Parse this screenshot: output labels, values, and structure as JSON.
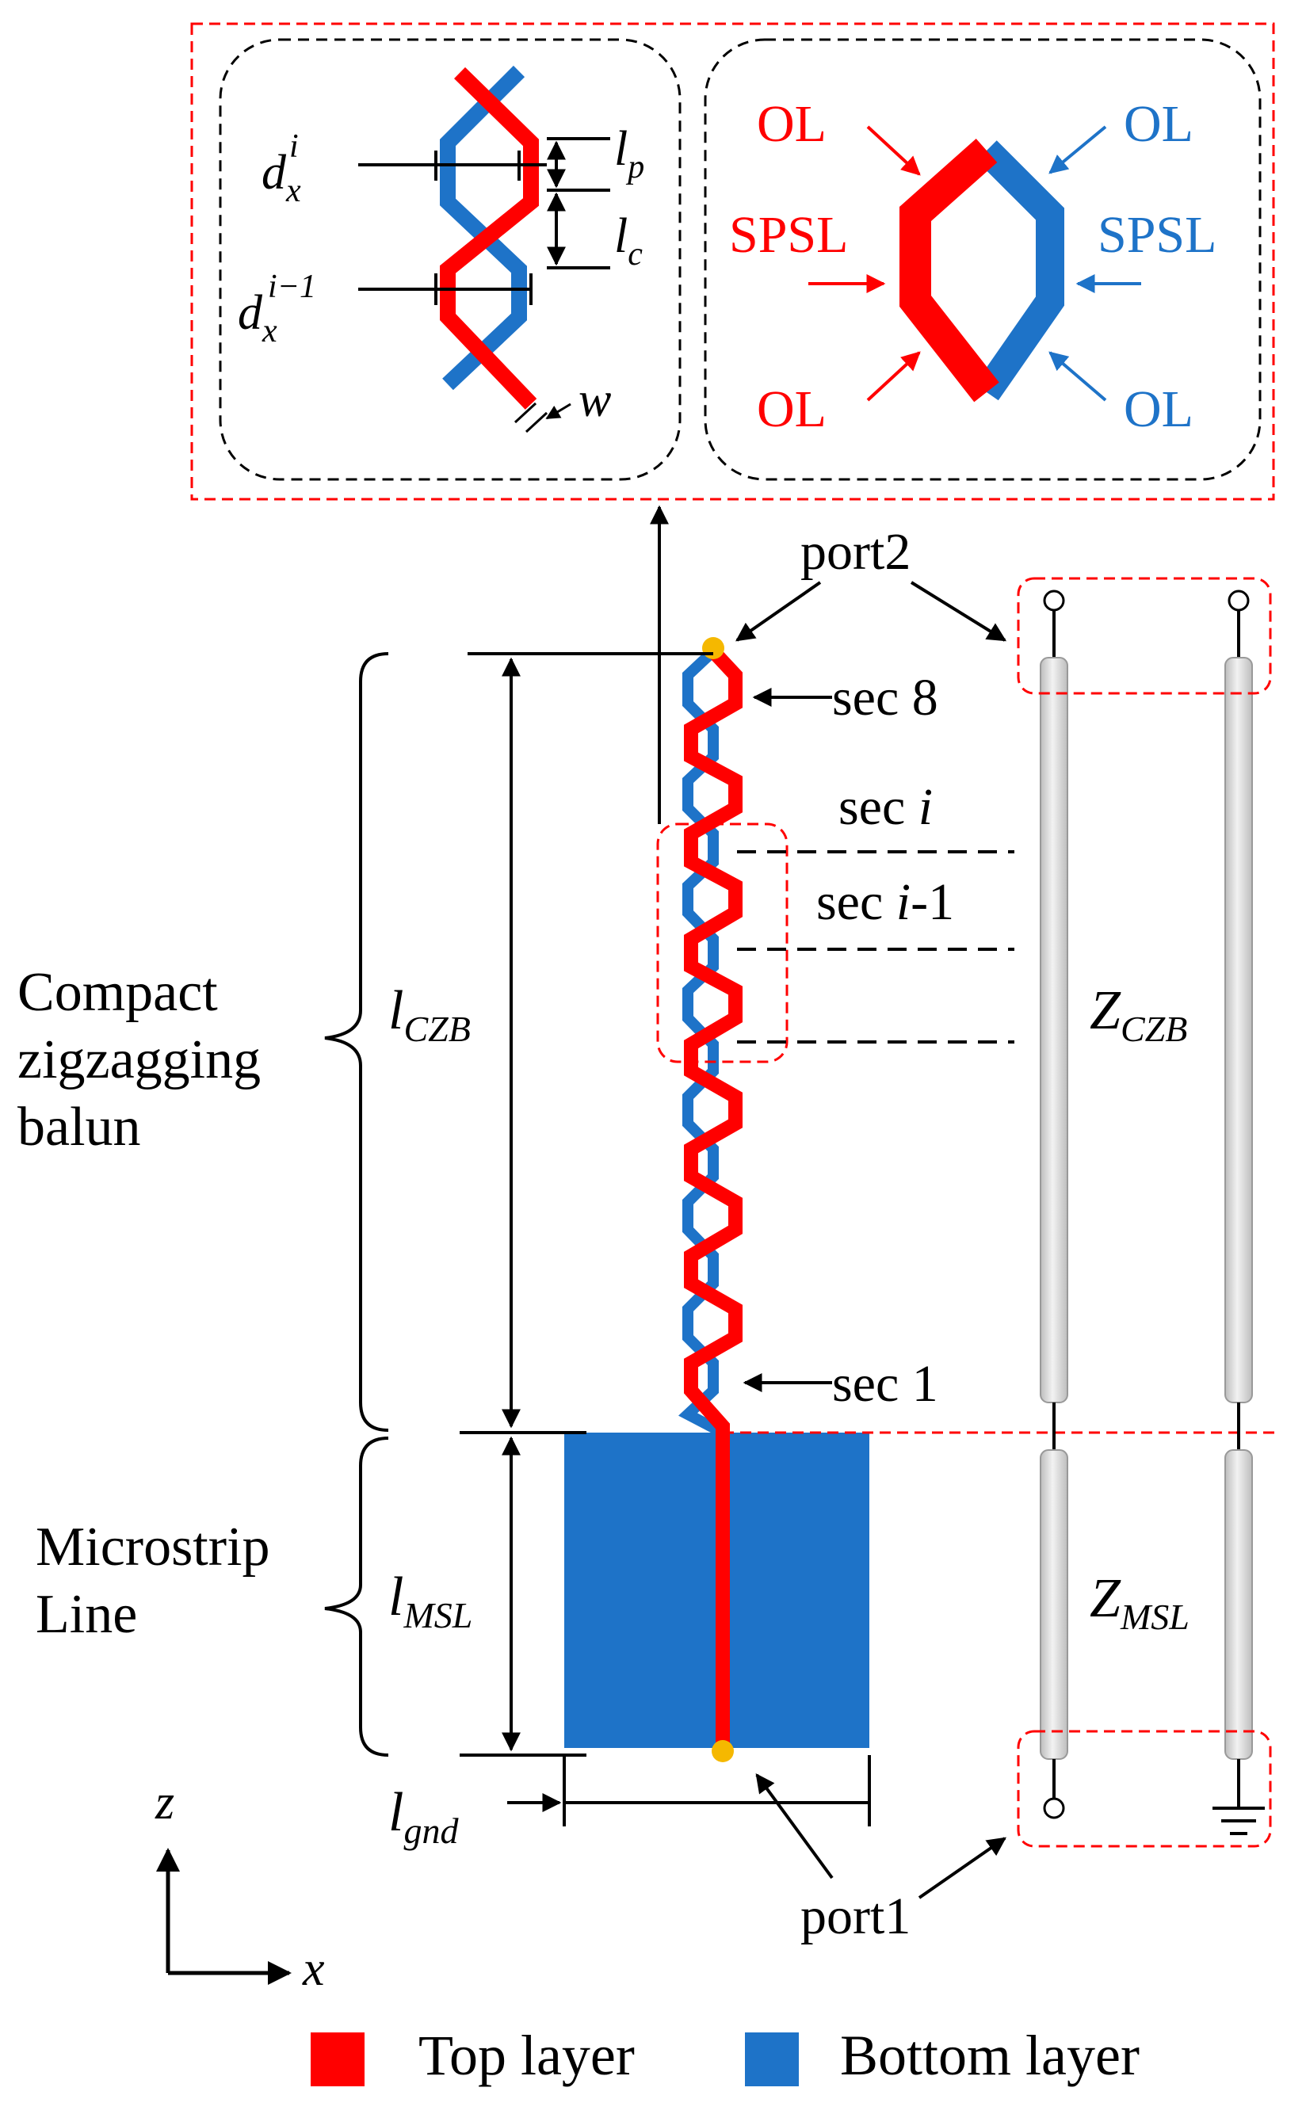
{
  "colors": {
    "top_layer": "#ff0000",
    "bottom_layer": "#1e73c8",
    "port_dot": "#f5b800",
    "highlight_box": "#ff0000",
    "inset_box": "#000000",
    "coax": "#d8d8d8"
  },
  "inset_left": {
    "dx_i": "d",
    "dx_i_sub": "x",
    "dx_i_sup": "i",
    "dx_im1": "d",
    "dx_im1_sub": "x",
    "dx_im1_sup": "i−1",
    "lp": "l",
    "lp_sub": "p",
    "lc": "l",
    "lc_sub": "c",
    "w": "w"
  },
  "inset_right": {
    "ol_tl": "OL",
    "ol_tr": "OL",
    "spsl_l": "SPSL",
    "spsl_r": "SPSL",
    "ol_bl": "OL",
    "ol_br": "OL"
  },
  "main": {
    "port2": "port2",
    "port1": "port1",
    "sec8": "sec 8",
    "sec_i_prefix": "sec ",
    "sec_i_var": "i",
    "sec_im1_prefix": "sec ",
    "sec_im1_var": "i",
    "sec_im1_suffix": "-1",
    "sec1": "sec 1",
    "czb_line1": "Compact",
    "czb_line2": "zigzagging",
    "czb_line3": "balun",
    "msl_line1": "Microstrip",
    "msl_line2": "Line",
    "l_czb": "l",
    "l_czb_sub": "CZB",
    "l_msl": "l",
    "l_msl_sub": "MSL",
    "l_gnd": "l",
    "l_gnd_sub": "gnd",
    "z_czb": "Z",
    "z_czb_sub": "CZB",
    "z_msl": "Z",
    "z_msl_sub": "MSL"
  },
  "axes": {
    "z": "z",
    "x": "x"
  },
  "legend": {
    "top_layer": "Top layer",
    "bottom_layer": "Bottom layer"
  }
}
